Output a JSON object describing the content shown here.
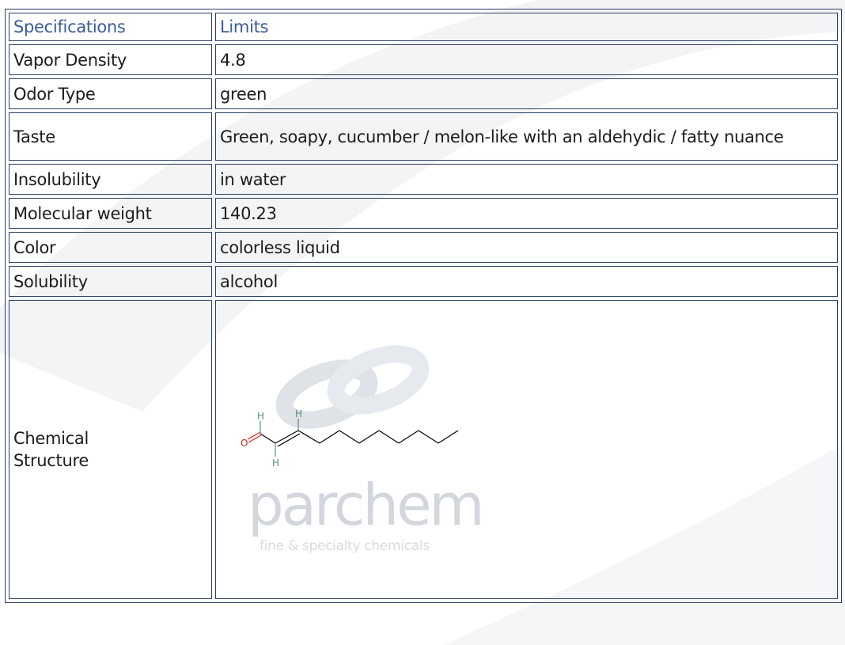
{
  "table": {
    "headers": [
      "Specifications",
      "Limits"
    ],
    "rows": [
      {
        "label": "Vapor Density",
        "value": "4.8"
      },
      {
        "label": "Odor Type",
        "value": "green"
      },
      {
        "label": "Taste",
        "value": "Green, soapy, cucumber / melon-like with an aldehydic / fatty nuance"
      },
      {
        "label": "Insolubility",
        "value": "in water"
      },
      {
        "label": "Molecular weight",
        "value": "140.23"
      },
      {
        "label": "Color",
        "value": "colorless liquid"
      },
      {
        "label": "Solubility",
        "value": "alcohol"
      }
    ],
    "structure_label": "Chemical Structure"
  },
  "structure": {
    "atom_O": "O",
    "atom_H": "H"
  },
  "watermark": {
    "brand": "parchem",
    "tagline": "fine & specialty chemicals"
  },
  "colors": {
    "border": "#2b3f66",
    "header_text": "#3a5c9c",
    "oxygen": "#e0201c",
    "hydrogen": "#5a8a8a",
    "bond": "#000000",
    "watermark": "#c7ccd3"
  }
}
